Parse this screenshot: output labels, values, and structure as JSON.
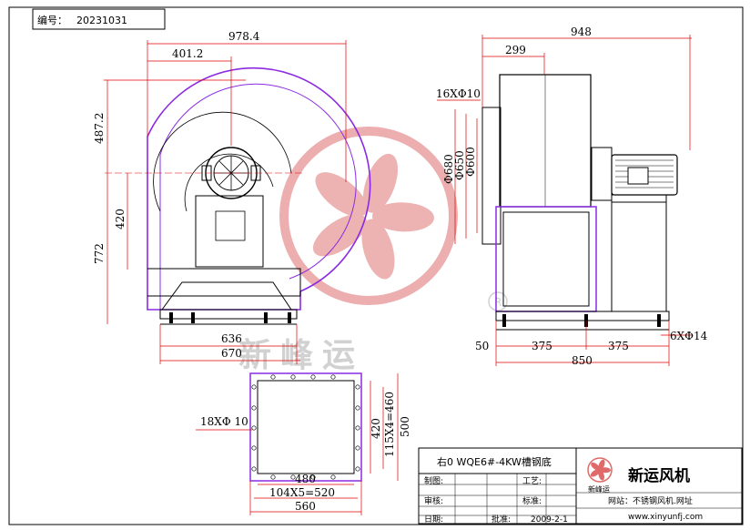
{
  "header": {
    "label": "编号：",
    "code": "20231031"
  },
  "dims": {
    "side_total": "978.4",
    "side_offset": "401.2",
    "side_upper_height": "487.2",
    "side_mid": "420",
    "side_lower_height": "772",
    "base_636": "636",
    "base_670": "670",
    "front_total": "948",
    "front_offset": "299",
    "front_holes": "16XΦ10",
    "dia_680": "Φ680",
    "dia_650": "Φ650",
    "dia_600": "Φ600",
    "front_50": "50",
    "front_375a": "375",
    "front_375b": "375",
    "front_base_holes": "6XΦ14",
    "front_850": "850",
    "flange_holes": "18XΦ 10",
    "flange_420": "420",
    "flange_115x4": "115X4=460",
    "flange_500": "500",
    "flange_480": "480",
    "flange_104x5": "104X5=520",
    "flange_560": "560"
  },
  "watermark": {
    "text": "新峰运",
    "registered": "R"
  },
  "title_block": {
    "model": "右0 WQE6#-4KW槽钢底",
    "rows": [
      "制图:",
      "审核:",
      "批准:"
    ],
    "right_labels": [
      "工艺:",
      "标准:",
      "日期:"
    ],
    "date": "2009-2-1",
    "company": "新运风机",
    "logo_text": "新峰运",
    "website": "网站：不锈钢风机.网址",
    "url": "www.xinyunfj.com"
  },
  "colors": {
    "line": "#000000",
    "purple": "#8a2be2",
    "dim_red": "#e00000",
    "logo_red": "#e06a6a"
  }
}
